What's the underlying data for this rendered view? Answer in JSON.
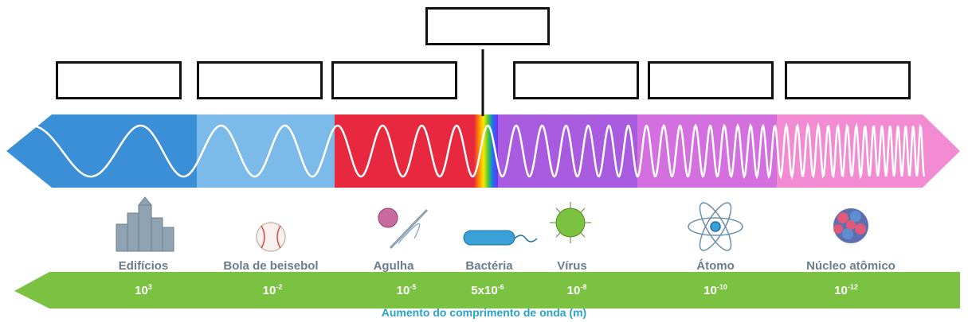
{
  "objects": [
    {
      "id": "edificios",
      "label": "Edifícios",
      "icon": "buildings-icon"
    },
    {
      "id": "bola",
      "label": "Bola de beisebol",
      "icon": "baseball-icon"
    },
    {
      "id": "agulha",
      "label": "Agulha",
      "icon": "needle-icon"
    },
    {
      "id": "bacteria",
      "label": "Bactéria",
      "icon": "bacteria-icon"
    },
    {
      "id": "virus",
      "label": "Vírus",
      "icon": "virus-icon"
    },
    {
      "id": "atomo",
      "label": "Átomo",
      "icon": "atom-icon"
    },
    {
      "id": "nucleo",
      "label": "Núcleo atômico",
      "icon": "nucleus-icon"
    }
  ],
  "scale": [
    {
      "base": "10",
      "exp": "3"
    },
    {
      "base": "10",
      "exp": "-2"
    },
    {
      "base": "10",
      "exp": "-5"
    },
    {
      "base": "5x10",
      "exp": "-6"
    },
    {
      "base": "10",
      "exp": "-8"
    },
    {
      "base": "10",
      "exp": "-10"
    },
    {
      "base": "10",
      "exp": "-12"
    }
  ],
  "axis_title": "Aumento do comprimento de onda (m)",
  "colors": {
    "radio": "#3b8fd6",
    "microwave": "#7cbbe9",
    "infrared": "#e8283f",
    "ultraviolet": "#a95be0",
    "xray": "#d46fe0",
    "gamma": "#f28bd2",
    "arrow": "#7cc242",
    "axis_text": "#2aa3c7"
  }
}
